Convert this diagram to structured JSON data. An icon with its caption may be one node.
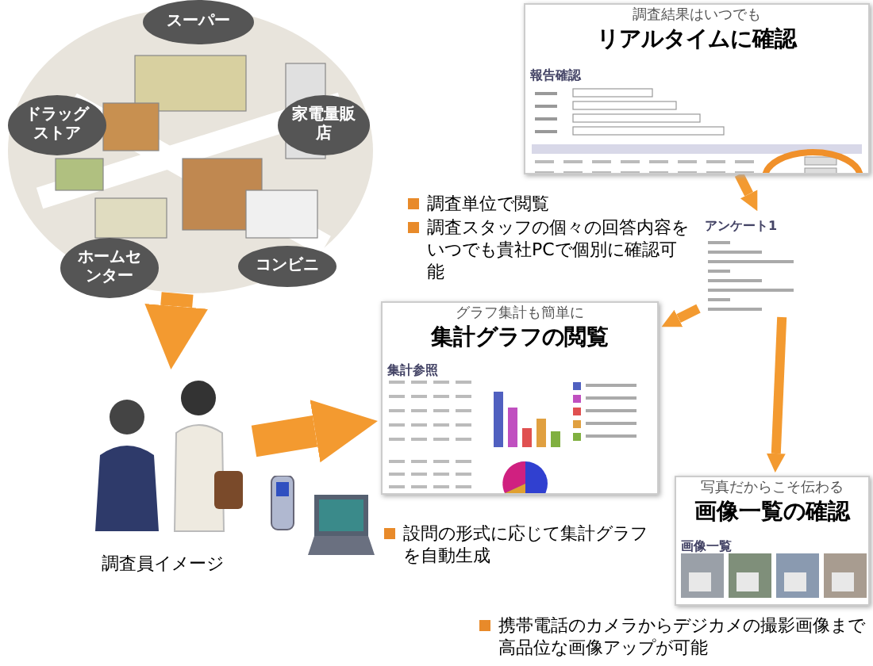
{
  "diagram": {
    "nodes": [
      {
        "text": [],
        "shape": "picture"
      },
      {
        "text": [
          "スーパー"
        ],
        "in": 0
      },
      {
        "text": [
          "ドラッグストア"
        ],
        "in": 0
      },
      {
        "text": [
          "家電量販店"
        ],
        "in": 0
      },
      {
        "text": [
          "ホームセンター"
        ],
        "in": 0
      },
      {
        "text": [
          "コンビニ"
        ],
        "in": 0
      },
      {
        "text": [],
        "shape": "picture",
        "beside": [
          "調査員イメージ"
        ]
      },
      {
        "text": [
          "調査結果はいつでも",
          "リアルタイムに確認"
        ]
      },
      {
        "text": [],
        "shape": "picture"
      },
      {
        "text": [
          "グラフ集計も簡単に",
          "集計グラフの閲覧"
        ]
      },
      {
        "text": [
          "写真だからこそ伝わる",
          "画像一覧の確認"
        ]
      }
    ],
    "edges": [
      {
        "from": 0,
        "to": 6,
        "arrow": "to",
        "style": "thick"
      },
      {
        "from": 6,
        "to": 9,
        "arrow": "to",
        "style": "thick"
      },
      {
        "from": 7,
        "to": 8,
        "arrow": "to"
      },
      {
        "from": 8,
        "to": 9,
        "arrow": "to"
      },
      {
        "from": 8,
        "to": 10,
        "arrow": "to"
      }
    ],
    "labels": [
      "報告確認",
      "調査単位で閲覧",
      "調査スタッフの個々の回答内容をいつでも貴社PCで個別に確認可能",
      "アンケート1",
      "集計参照",
      "画像一覧",
      "設問の形式に応じて集計グラフを自動生成",
      "携帯電話のカメラからデジカメの撮影画像まで高品位な画像アップが可能"
    ]
  }
}
